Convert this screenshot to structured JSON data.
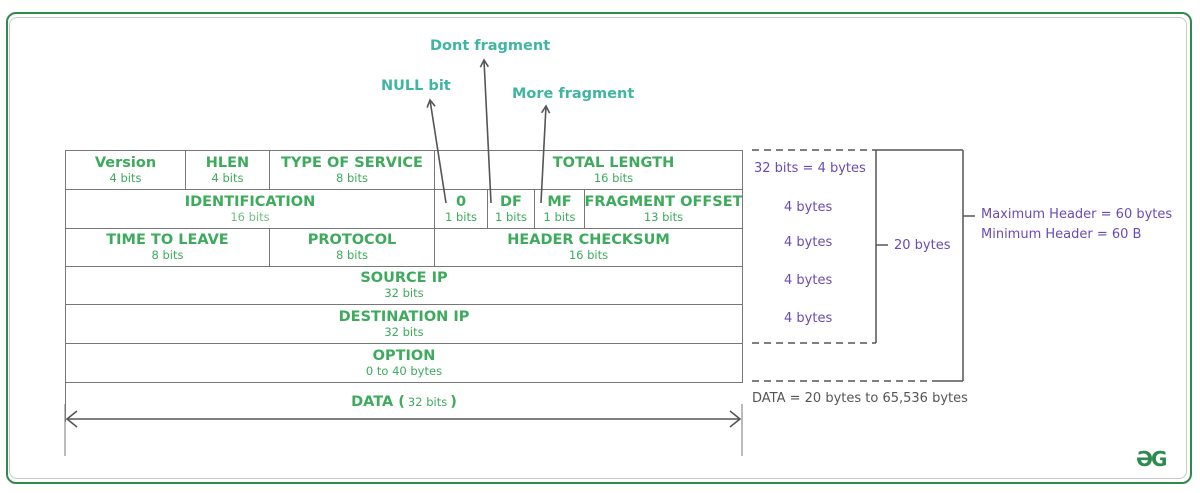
{
  "fields": {
    "version": {
      "name": "Version",
      "size": "4 bits"
    },
    "hlen": {
      "name": "HLEN",
      "size": "4 bits"
    },
    "tos": {
      "name": "TYPE OF SERVICE",
      "size": "8 bits"
    },
    "total_length": {
      "name": "TOTAL LENGTH",
      "size": "16 bits"
    },
    "identification": {
      "name": "IDENTIFICATION",
      "size": "16 bits"
    },
    "zero": {
      "name": "0",
      "size": "1 bits"
    },
    "df": {
      "name": "DF",
      "size": "1 bits"
    },
    "mf": {
      "name": "MF",
      "size": "1 bits"
    },
    "fragment_offset": {
      "name": "FRAGMENT OFFSET",
      "size": "13 bits"
    },
    "ttl": {
      "name": "TIME TO LEAVE",
      "size": "8 bits"
    },
    "protocol": {
      "name": "PROTOCOL",
      "size": "8 bits"
    },
    "checksum": {
      "name": "HEADER CHECKSUM",
      "size": "16 bits"
    },
    "source_ip": {
      "name": "SOURCE IP",
      "size": "32 bits"
    },
    "dest_ip": {
      "name": "DESTINATION IP",
      "size": "32 bits"
    },
    "option": {
      "name": "OPTION",
      "size": "0 to 40 bytes"
    },
    "data": {
      "name": "DATA",
      "size": "32 bits"
    }
  },
  "annotations": {
    "dont_fragment": "Dont fragment",
    "null_bit": "NULL bit",
    "more_fragment": "More fragment"
  },
  "row_sizes": [
    "32 bits = 4 bytes",
    "4 bytes",
    "4 bytes",
    "4 bytes",
    "4 bytes"
  ],
  "header_size": "20 bytes",
  "max_header": "Maximum Header = 60 bytes",
  "min_header": "Minimum Header = 60 B",
  "data_size": "DATA = 20 bytes to 65,536 bytes",
  "brand": "ƏG",
  "colors": {
    "field": "#3daa5c",
    "annotation": "#3fb5a3",
    "size_text": "#6a4bb5",
    "frame": "#2f8a4e"
  }
}
